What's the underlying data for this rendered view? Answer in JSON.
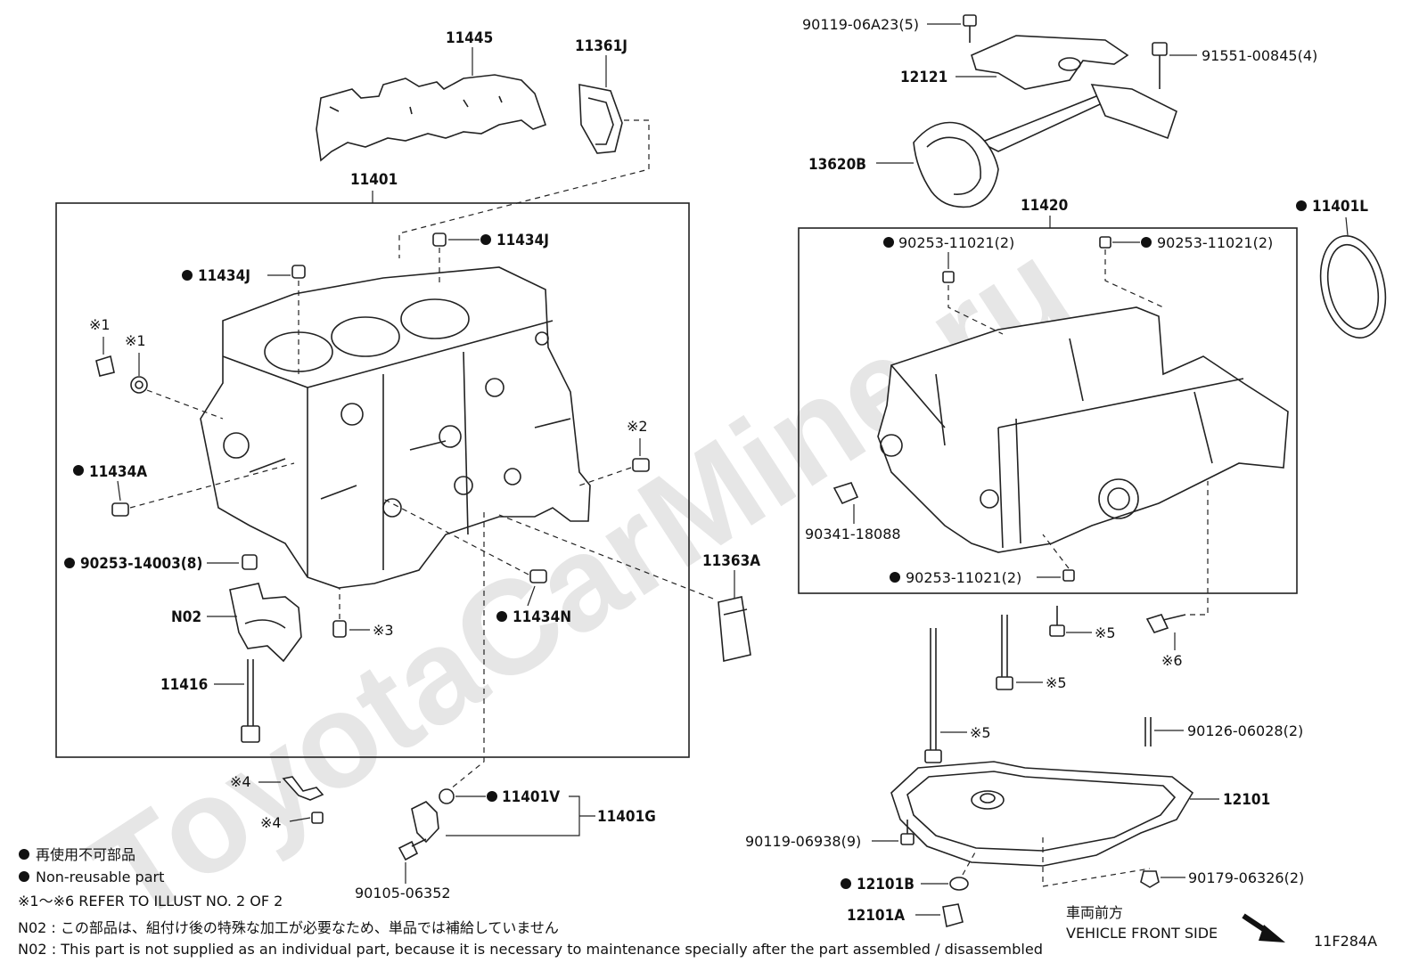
{
  "watermark": "ToyotaCarMine.ru",
  "diagram_code": "11F284A",
  "parts": {
    "p11445": "11445",
    "p11361J": "11361J",
    "p11401": "11401",
    "p11434J_a": "11434J",
    "p11434J_b": "11434J",
    "ref1a": "※1",
    "ref1b": "※1",
    "ref2": "※2",
    "ref3": "※3",
    "ref4a": "※4",
    "ref4b": "※4",
    "ref5a": "※5",
    "ref5b": "※5",
    "ref5c": "※5",
    "ref6": "※6",
    "p11434A": "11434A",
    "p90253_14003": "90253-14003(8)",
    "pN02": "N02",
    "p11416": "11416",
    "p11434N": "11434N",
    "p11363A": "11363A",
    "p11401V": "11401V",
    "p11401G": "11401G",
    "p90105_06352": "90105-06352",
    "p90119_06A23": "90119-06A23(5)",
    "p91551_00845": "91551-00845(4)",
    "p12121": "12121",
    "p13620B": "13620B",
    "p11420": "11420",
    "p11401L": "11401L",
    "p90253_11021_a": "90253-11021(2)",
    "p90253_11021_b": "90253-11021(2)",
    "p90253_11021_c": "90253-11021(2)",
    "p90341_18088": "90341-18088",
    "p90126_06028": "90126-06028(2)",
    "p12101": "12101",
    "p90119_06938": "90119-06938(9)",
    "p12101B": "12101B",
    "p90179_06326": "90179-06326(2)",
    "p12101A": "12101A"
  },
  "legend": {
    "jp": "再使用不可部品",
    "en": "Non-reusable part",
    "refer": "※1～※6  REFER TO ILLUST NO. 2 OF 2",
    "n02_jp": "N02 : この部品は、組付け後の特殊な加工が必要なため、単品では補給していません",
    "n02_en": "N02 : This part is not supplied as an individual part, because it is necessary to maintenance specially after the part assembled / disassembled"
  },
  "vehicle_front": {
    "jp": "車両前方",
    "en": "VEHICLE FRONT SIDE"
  }
}
